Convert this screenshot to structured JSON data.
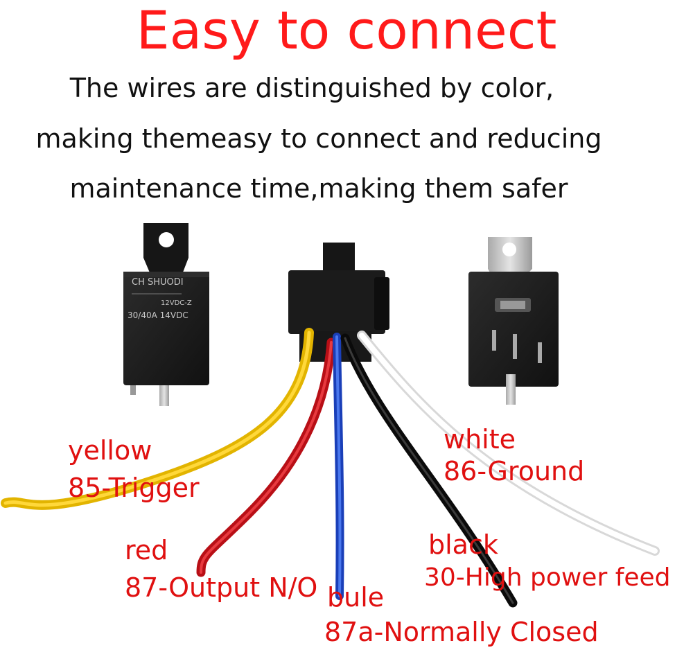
{
  "headline": "Easy to connect",
  "description_lines": [
    "The wires are distinguished by color,",
    "making themeasy to connect and reducing",
    "maintenance time,making them safer"
  ],
  "relay": {
    "brand": "CH SHUODI",
    "model": "12VDC-Z",
    "rating": "30/40A 14VDC"
  },
  "wires": [
    {
      "color_name": "yellow",
      "function": "85-Trigger",
      "color": "#f2c200"
    },
    {
      "color_name": "red",
      "function": "87-Output N/O",
      "color": "#c8141c"
    },
    {
      "color_name": "bule",
      "function": "87a-Normally Closed",
      "color": "#1e4fd0"
    },
    {
      "color_name": "black",
      "function": "30-High power feed",
      "color": "#111111"
    },
    {
      "color_name": "white",
      "function": "86-Ground",
      "color": "#f4f4f4"
    }
  ],
  "colors": {
    "headline": "#ff1a1a",
    "label": "#e01010",
    "relay_body": "#1c1c1c",
    "bracket": "#c9c9c9"
  }
}
